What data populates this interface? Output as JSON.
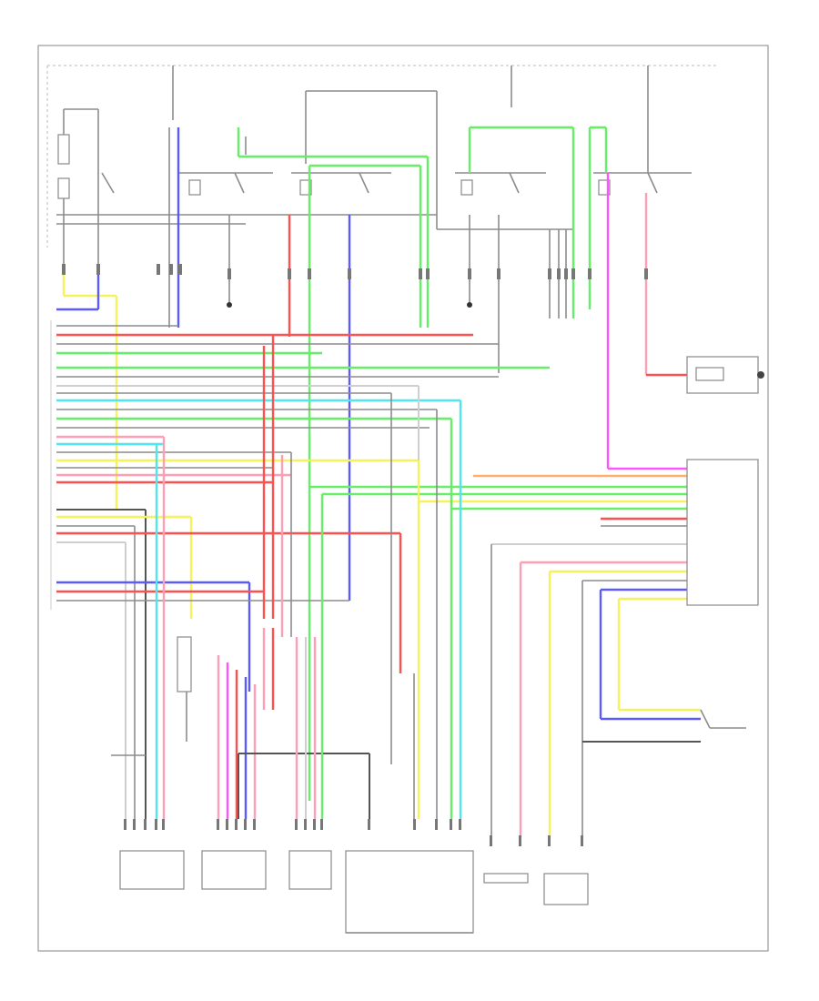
{
  "diagram": {
    "footer_code": "",
    "fuses": [
      {
        "id": "fuse-left",
        "label": ""
      },
      {
        "id": "fuse-mid",
        "label": ""
      },
      {
        "id": "fuse-right",
        "label": ""
      }
    ],
    "relays": [
      {
        "id": "relay-1",
        "label": ""
      },
      {
        "id": "relay-2",
        "label": ""
      },
      {
        "id": "relay-3",
        "label": ""
      },
      {
        "id": "relay-4",
        "label": ""
      },
      {
        "id": "relay-5",
        "label": ""
      },
      {
        "id": "relay-6",
        "label": ""
      }
    ],
    "modules": [
      {
        "id": "right-sensor-module",
        "label": ""
      },
      {
        "id": "main-control-module",
        "label": ""
      },
      {
        "id": "bottom-connector-1",
        "label": ""
      },
      {
        "id": "bottom-connector-2",
        "label": ""
      },
      {
        "id": "bottom-connector-3",
        "label": ""
      },
      {
        "id": "bottom-connector-4",
        "label": ""
      },
      {
        "id": "bottom-connector-5",
        "label": ""
      },
      {
        "id": "bottom-connector-6",
        "label": ""
      }
    ],
    "colors": {
      "yellow": "#f6f25a",
      "green": "#66ee66",
      "red": "#ff5050",
      "pink": "#ff9fb5",
      "cyan": "#4fe6f0",
      "blue": "#5a5aff",
      "orange": "#ffb070",
      "magenta": "#ff55ff",
      "gray": "#8c8c8c"
    }
  }
}
